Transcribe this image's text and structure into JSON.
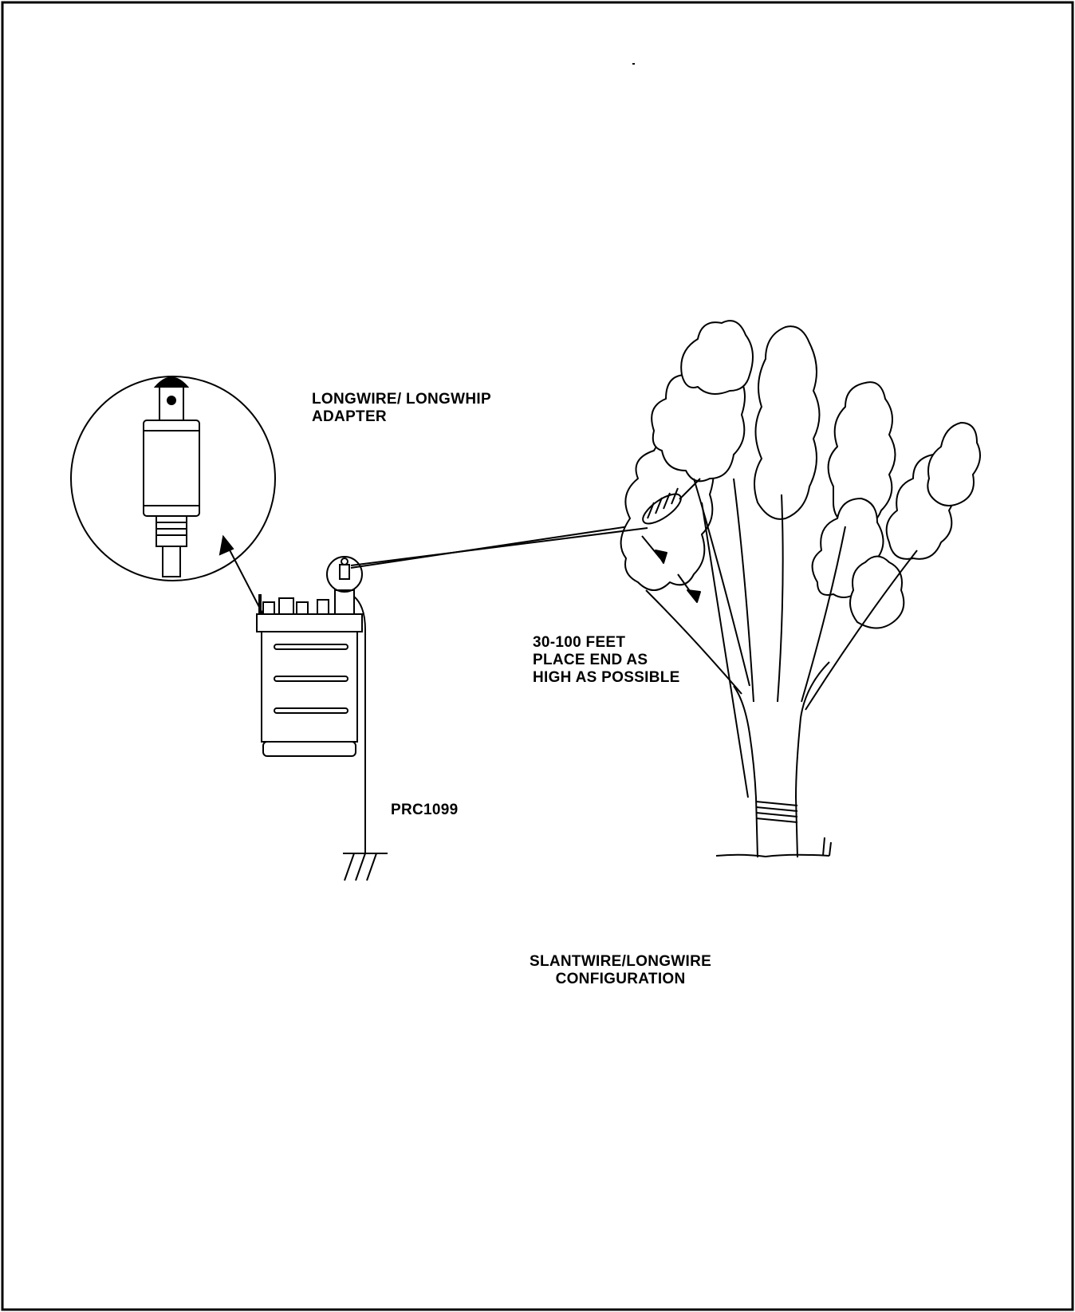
{
  "labels": {
    "adapter_line1": "LONGWIRE/ LONGWHIP",
    "adapter_line2": "ADAPTER",
    "length_line1": "30-100 FEET",
    "length_line2": "PLACE END AS",
    "length_line3": "HIGH AS POSSIBLE",
    "radio": "PRC1099",
    "caption_line1": "SLANTWIRE/LONGWIRE",
    "caption_line2": "CONFIGURATION"
  }
}
